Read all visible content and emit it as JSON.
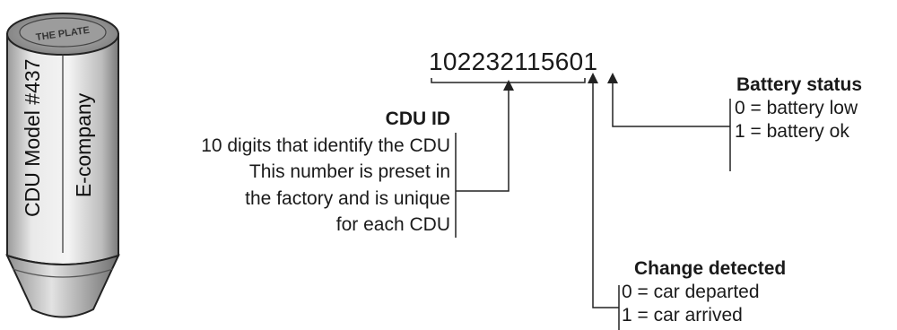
{
  "device": {
    "model_label": "CDU Model #437",
    "company_label": "E-company",
    "cap_stamp": "THE PLATE"
  },
  "code": {
    "value": "102232115601"
  },
  "cdu_id": {
    "title": "CDU ID",
    "lines": [
      "10 digits that identify the CDU",
      "This number is preset in",
      "the factory and is unique",
      "for each CDU"
    ]
  },
  "battery": {
    "title": "Battery status",
    "lines": [
      "0 = battery low",
      "1 = battery ok"
    ]
  },
  "change": {
    "title": "Change detected",
    "lines": [
      "0 = car departed",
      "1 = car arrived"
    ]
  },
  "colors": {
    "line": "#222222",
    "cylinder_light": "#e6e6e6",
    "cylinder_dark": "#8a8a8a"
  }
}
